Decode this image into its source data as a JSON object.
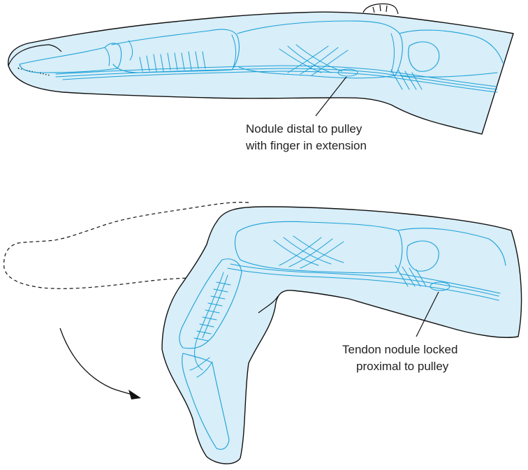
{
  "figure": {
    "top": {
      "label_lines": [
        "Nodule distal to pulley",
        "with finger in extension"
      ]
    },
    "bottom": {
      "label_lines": [
        "Tendon nodule locked",
        "proximal to pulley"
      ]
    }
  },
  "colors": {
    "skin_fill": "#d8eef8",
    "anatomy_line": "#1aa0d8",
    "outline": "#111111"
  }
}
